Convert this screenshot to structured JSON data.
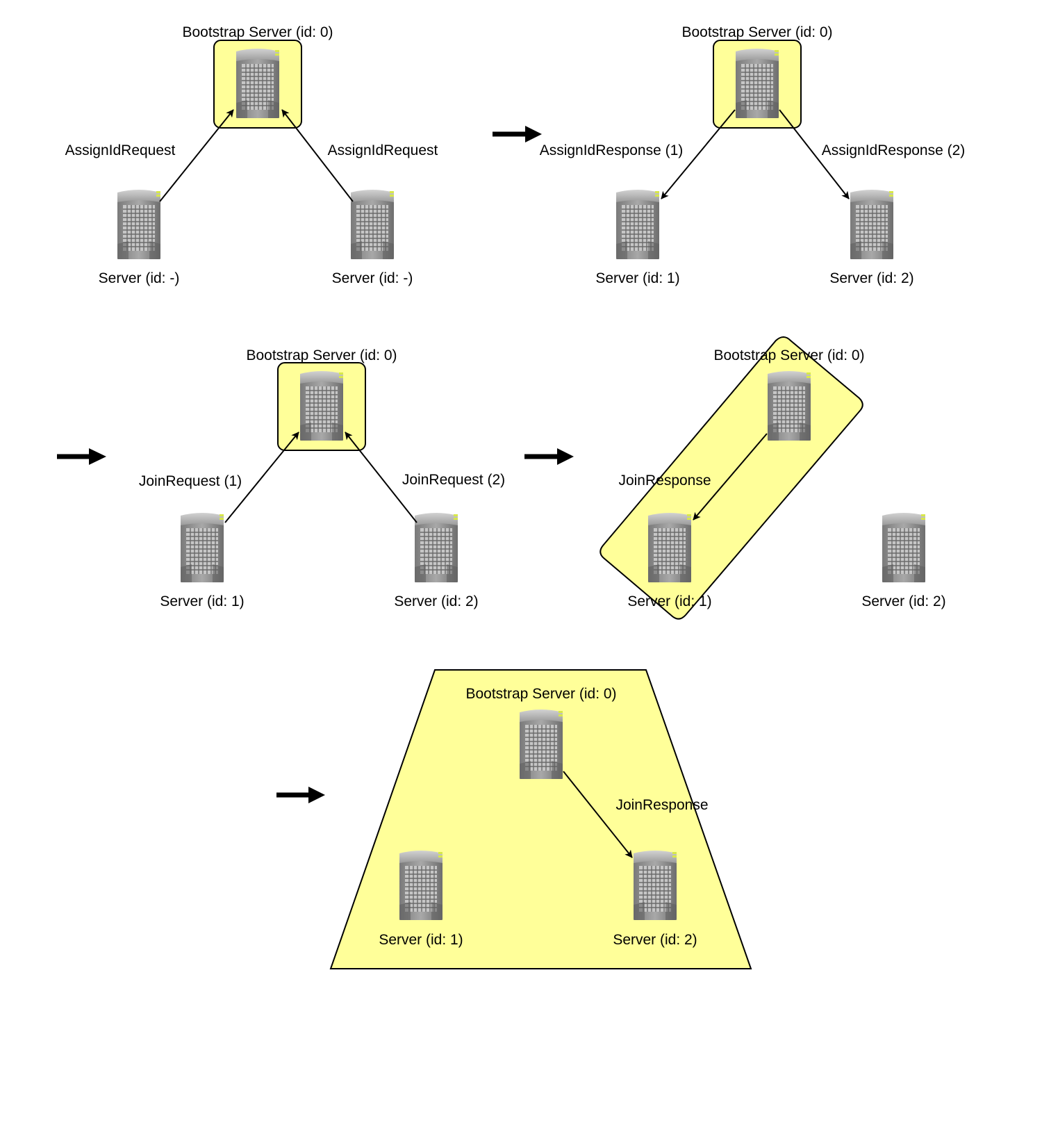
{
  "colors": {
    "group_fill": "#ffff99",
    "outline": "#000000",
    "server_body": "#8a8a8a",
    "server_led": "#d8e84a"
  },
  "icons": {
    "server": "server-icon",
    "step": "step-arrow-icon"
  },
  "panels": [
    {
      "nodes": [
        {
          "label": "Bootstrap Server (id: 0)"
        },
        {
          "label": "Server (id: -)"
        },
        {
          "label": "Server (id: -)"
        }
      ],
      "messages": [
        "AssignIdRequest",
        "AssignIdRequest"
      ]
    },
    {
      "nodes": [
        {
          "label": "Bootstrap Server (id: 0)"
        },
        {
          "label": "Server (id: 1)"
        },
        {
          "label": "Server (id: 2)"
        }
      ],
      "messages": [
        "AssignIdResponse (1)",
        "AssignIdResponse (2)"
      ]
    },
    {
      "nodes": [
        {
          "label": "Bootstrap Server (id: 0)"
        },
        {
          "label": "Server (id: 1)"
        },
        {
          "label": "Server (id: 2)"
        }
      ],
      "messages": [
        "JoinRequest (1)",
        "JoinRequest (2)"
      ]
    },
    {
      "nodes": [
        {
          "label": "Bootstrap Server (id: 0)"
        },
        {
          "label": "Server (id: 1)"
        },
        {
          "label": "Server (id: 2)"
        }
      ],
      "messages": [
        "JoinResponse"
      ]
    },
    {
      "nodes": [
        {
          "label": "Bootstrap Server (id: 0)"
        },
        {
          "label": "Server (id: 1)"
        },
        {
          "label": "Server (id: 2)"
        }
      ],
      "messages": [
        "JoinResponse"
      ]
    }
  ]
}
